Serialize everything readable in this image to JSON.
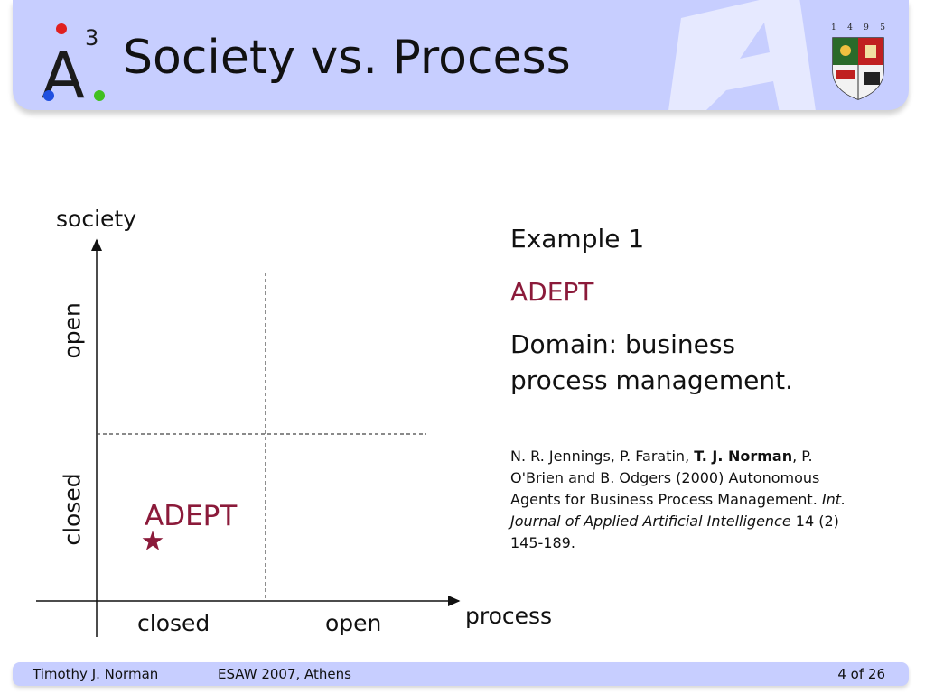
{
  "header": {
    "title": "Society vs. Process",
    "logo_letter": "A",
    "logo_superscript": "3",
    "crest_digits": [
      "1",
      "4",
      "9",
      "5"
    ]
  },
  "chart": {
    "y_axis_label": "society",
    "x_axis_label": "process",
    "y_ticks": [
      "open",
      "closed"
    ],
    "x_ticks": [
      "closed",
      "open"
    ],
    "marker_label": "ADEPT"
  },
  "example": {
    "title": "Example 1",
    "name": "ADEPT",
    "domain": "Domain: business process management.",
    "reference": {
      "authors_before": "N. R. Jennings, P. Faratin, ",
      "authors_bold": "T. J. Norman",
      "authors_after": ", P. O'Brien and B. Odgers (2000) Autonomous Agents for Business Process Management. ",
      "journal": "Int. Journal of Applied Artificial Intelligence",
      "volume": " 14 (2) 145-189."
    }
  },
  "footer": {
    "author": "Timothy J. Norman",
    "event": "ESAW 2007, Athens",
    "page": "4 of 26"
  },
  "colors": {
    "header_bg": "#c7ceff",
    "accent": "#8b1a3a"
  }
}
